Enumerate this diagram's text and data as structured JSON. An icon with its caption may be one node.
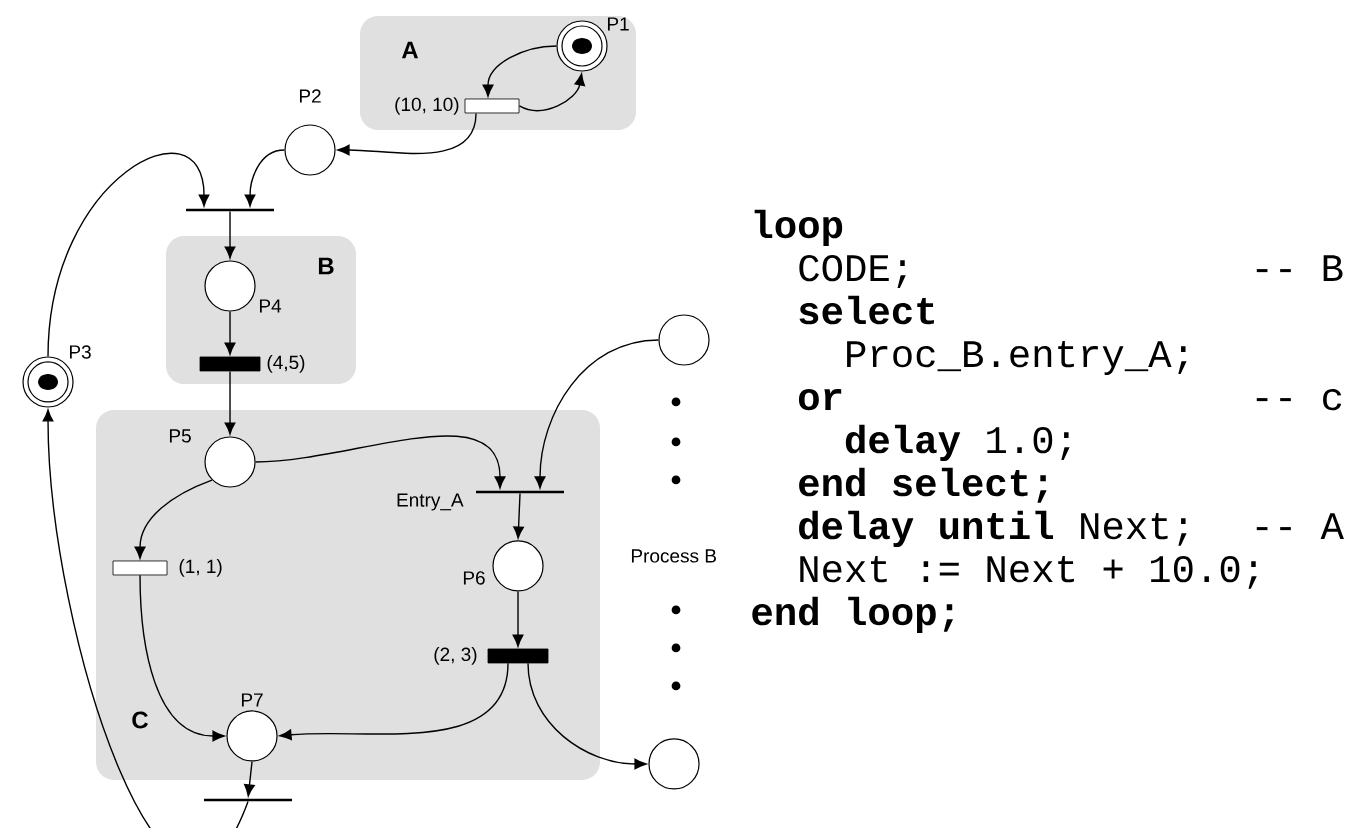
{
  "diagram": {
    "nodes": [
      {
        "text": [
          "A"
        ]
      },
      {
        "text": [],
        "shape": "circle",
        "beside": [
          "P1"
        ],
        "in": 0
      },
      {
        "text": [],
        "shape": "bar",
        "beside": [
          "(10, 10)"
        ],
        "in": 0
      },
      {
        "text": [],
        "shape": "circle",
        "beside": [
          "P2"
        ]
      },
      {
        "text": [],
        "shape": "bar"
      },
      {
        "text": [
          "B"
        ]
      },
      {
        "text": [],
        "shape": "circle",
        "beside": [
          "P4"
        ],
        "in": 5
      },
      {
        "text": [],
        "shape": "bar",
        "beside": [
          "(4,5)"
        ],
        "in": 5
      },
      {
        "text": [],
        "shape": "circle",
        "beside": [
          "P3"
        ]
      },
      {
        "text": [
          "C"
        ]
      },
      {
        "text": [],
        "shape": "circle",
        "beside": [
          "P5"
        ],
        "in": 9
      },
      {
        "text": [],
        "shape": "bar",
        "beside": [
          "Entry_A"
        ],
        "in": 9
      },
      {
        "text": [],
        "shape": "bar",
        "beside": [
          "(1, 1)"
        ],
        "in": 9
      },
      {
        "text": [],
        "shape": "circle",
        "beside": [
          "P6"
        ],
        "in": 9
      },
      {
        "text": [],
        "shape": "bar",
        "beside": [
          "(2, 3)"
        ],
        "in": 9
      },
      {
        "text": [],
        "shape": "circle",
        "beside": [
          "P7"
        ],
        "in": 9
      },
      {
        "text": [],
        "shape": "bar"
      },
      {
        "text": [],
        "shape": "circle"
      },
      {
        "text": [],
        "shape": "circle"
      }
    ],
    "edges": [
      {
        "from": 2,
        "to": 1,
        "arrow": "to"
      },
      {
        "from": 1,
        "to": 2,
        "arrow": "to"
      },
      {
        "from": 2,
        "to": 3,
        "arrow": "to"
      },
      {
        "from": 3,
        "to": 4,
        "arrow": "to"
      },
      {
        "from": 8,
        "to": 4,
        "arrow": "to"
      },
      {
        "from": 4,
        "to": 6,
        "arrow": "to"
      },
      {
        "from": 6,
        "to": 7,
        "arrow": "to"
      },
      {
        "from": 7,
        "to": 10,
        "arrow": "to"
      },
      {
        "from": 10,
        "to": 11,
        "arrow": "to"
      },
      {
        "from": 17,
        "to": 11,
        "arrow": "to"
      },
      {
        "from": 11,
        "to": 13,
        "arrow": "to"
      },
      {
        "from": 10,
        "to": 12,
        "arrow": "to"
      },
      {
        "from": 12,
        "to": 15,
        "arrow": "to"
      },
      {
        "from": 13,
        "to": 14,
        "arrow": "to"
      },
      {
        "from": 14,
        "to": 15,
        "arrow": "to"
      },
      {
        "from": 14,
        "to": 18,
        "arrow": "to"
      },
      {
        "from": 15,
        "to": 16,
        "arrow": "to"
      },
      {
        "from": 16,
        "to": 8,
        "arrow": "to"
      }
    ],
    "labels": [
      "Process B",
      "loop",
      "CODE;",
      "-- B",
      "select",
      "Proc_B.entry_A;",
      "or",
      "-- c",
      "**delay** 1.0;",
      "end select;",
      "**delay until** Next;",
      "-- A",
      "Next := Next + 10.0;",
      "end loop;"
    ]
  }
}
